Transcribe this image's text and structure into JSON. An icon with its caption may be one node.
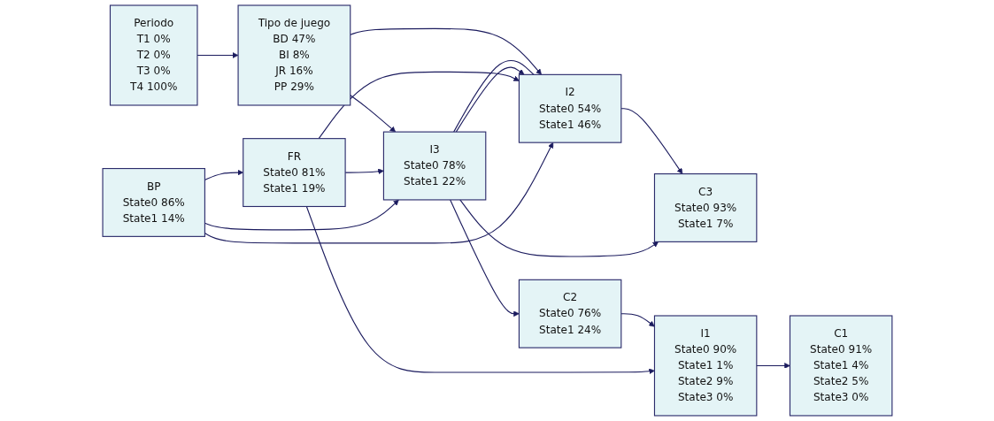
{
  "diagram": {
    "nodes": [
      {
        "text": [
          "Periodo",
          "T1 0%",
          "T2 0%",
          "T3 0%",
          "T4 100%"
        ]
      },
      {
        "text": [
          "Tipo de juego",
          "BD 47%",
          "BI 8%",
          "JR 16%",
          "PP 29%"
        ]
      },
      {
        "text": [
          "C3",
          "State0 93%",
          "State1 7%"
        ]
      },
      {
        "text": [
          "C2",
          "State0 76%",
          "State1 24%"
        ]
      },
      {
        "text": [
          "I1",
          "State0 90%",
          "State1 1%",
          "State2 9%",
          "State3 0%"
        ]
      },
      {
        "text": [
          "C1",
          "State0 91%",
          "State1 4%",
          "State2 5%",
          "State3 0%"
        ]
      },
      {
        "text": [
          "I3",
          "State0 78%",
          "State1 22%"
        ]
      },
      {
        "text": [
          "I2",
          "State0 54%",
          "State1 46%"
        ]
      },
      {
        "text": [
          "FR",
          "State0 81%",
          "State1 19%"
        ]
      },
      {
        "text": [
          "BP",
          "State0 86%",
          "State1 14%"
        ]
      }
    ],
    "edges": [
      {
        "from": 0,
        "to": 1,
        "arrow": "to"
      },
      {
        "from": 1,
        "to": 7,
        "arrow": "to"
      },
      {
        "from": 1,
        "to": 6,
        "arrow": "to"
      },
      {
        "from": 7,
        "to": 2,
        "arrow": "to"
      },
      {
        "from": 6,
        "to": 2,
        "arrow": "to"
      },
      {
        "from": 6,
        "to": 3,
        "arrow": "to"
      },
      {
        "from": 3,
        "to": 4,
        "arrow": "to"
      },
      {
        "from": 4,
        "to": 5,
        "arrow": "to"
      },
      {
        "from": 6,
        "to": 7,
        "arrow": "none"
      },
      {
        "from": 6,
        "to": 7,
        "arrow": "to"
      },
      {
        "from": 8,
        "to": 4,
        "arrow": "to"
      },
      {
        "from": 8,
        "to": 6,
        "arrow": "to"
      },
      {
        "from": 8,
        "to": 7,
        "arrow": "to"
      },
      {
        "from": 9,
        "to": 7,
        "arrow": "to"
      },
      {
        "from": 9,
        "to": 6,
        "arrow": "to"
      },
      {
        "from": 9,
        "to": 8,
        "arrow": "to"
      }
    ]
  }
}
